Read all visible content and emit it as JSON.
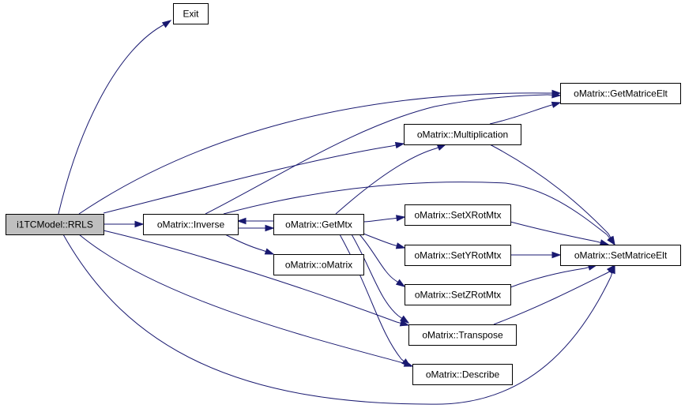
{
  "colors": {
    "node_fill": "#ffffff",
    "root_fill": "#bfbfbf",
    "border": "#000000",
    "edge": "#191970"
  },
  "nodes": {
    "rrls": {
      "label": "i1TCModel::RRLS"
    },
    "exit": {
      "label": "Exit"
    },
    "getmatriceelt": {
      "label": "oMatrix::GetMatriceElt"
    },
    "multiplication": {
      "label": "oMatrix::Multiplication"
    },
    "inverse": {
      "label": "oMatrix::Inverse"
    },
    "getmtx": {
      "label": "oMatrix::GetMtx"
    },
    "setxrotmtx": {
      "label": "oMatrix::SetXRotMtx"
    },
    "setyrotmtx": {
      "label": "oMatrix::SetYRotMtx"
    },
    "setmatriceelt": {
      "label": "oMatrix::SetMatriceElt"
    },
    "omatrix": {
      "label": "oMatrix::oMatrix"
    },
    "setzrotmtx": {
      "label": "oMatrix::SetZRotMtx"
    },
    "transpose": {
      "label": "oMatrix::Transpose"
    },
    "describe": {
      "label": "oMatrix::Describe"
    }
  },
  "edges": [
    {
      "from": "rrls",
      "to": "exit"
    },
    {
      "from": "rrls",
      "to": "getmatriceelt"
    },
    {
      "from": "rrls",
      "to": "multiplication"
    },
    {
      "from": "rrls",
      "to": "inverse"
    },
    {
      "from": "rrls",
      "to": "transpose"
    },
    {
      "from": "rrls",
      "to": "describe"
    },
    {
      "from": "rrls",
      "to": "setmatriceelt"
    },
    {
      "from": "inverse",
      "to": "getmatriceelt"
    },
    {
      "from": "inverse",
      "to": "setmatriceelt"
    },
    {
      "from": "inverse",
      "to": "getmtx"
    },
    {
      "from": "inverse",
      "to": "omatrix"
    },
    {
      "from": "getmtx",
      "to": "inverse"
    },
    {
      "from": "getmtx",
      "to": "multiplication"
    },
    {
      "from": "getmtx",
      "to": "setxrotmtx"
    },
    {
      "from": "getmtx",
      "to": "setyrotmtx"
    },
    {
      "from": "getmtx",
      "to": "setzrotmtx"
    },
    {
      "from": "getmtx",
      "to": "transpose"
    },
    {
      "from": "getmtx",
      "to": "describe"
    },
    {
      "from": "multiplication",
      "to": "getmatriceelt"
    },
    {
      "from": "multiplication",
      "to": "setmatriceelt"
    },
    {
      "from": "setxrotmtx",
      "to": "setmatriceelt"
    },
    {
      "from": "setyrotmtx",
      "to": "setmatriceelt"
    },
    {
      "from": "setzrotmtx",
      "to": "setmatriceelt"
    },
    {
      "from": "transpose",
      "to": "setmatriceelt"
    }
  ]
}
